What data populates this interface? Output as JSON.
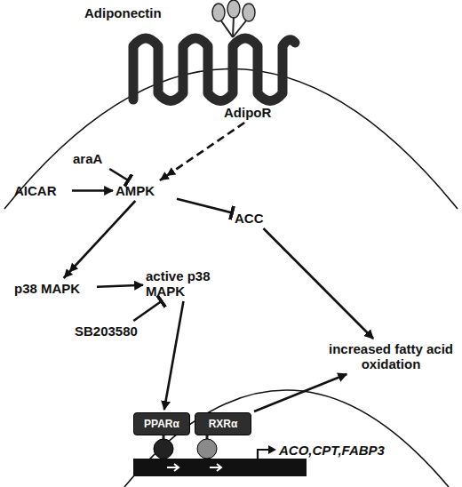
{
  "diagram": {
    "nodes": [
      {
        "text": [
          "Adiponectin"
        ]
      },
      {
        "text": [
          "AdipoR"
        ]
      },
      {
        "text": [
          "araA"
        ]
      },
      {
        "text": [
          "AICAR"
        ]
      },
      {
        "text": [
          "AMPK"
        ]
      },
      {
        "text": [
          "ACC"
        ]
      },
      {
        "text": [
          "p38 MAPK"
        ]
      },
      {
        "text": [
          "active p38 MAPK"
        ]
      },
      {
        "text": [
          "SB203580"
        ]
      },
      {
        "text": [
          "PPARα"
        ]
      },
      {
        "text": [
          "RXRα"
        ]
      },
      {
        "text": [
          "ACO,CPT,FABP3"
        ]
      },
      {
        "text": [
          "increased fatty acid oxidation"
        ]
      }
    ],
    "edges": [
      {
        "from": 1,
        "to": 4,
        "arrow": "to"
      },
      {
        "from": 3,
        "to": 4,
        "arrow": "to"
      },
      {
        "from": 2,
        "to": 4,
        "arrow": "to"
      },
      {
        "from": 4,
        "to": 5,
        "arrow": "to"
      },
      {
        "from": 4,
        "to": 6,
        "arrow": "to"
      },
      {
        "from": 6,
        "to": 7,
        "arrow": "to"
      },
      {
        "from": 8,
        "to": 7,
        "arrow": "to"
      },
      {
        "from": 7,
        "to": 9,
        "arrow": "to"
      },
      {
        "from": 5,
        "to": 12,
        "arrow": "to"
      },
      {
        "from": 10,
        "to": 12,
        "arrow": "to"
      }
    ]
  }
}
